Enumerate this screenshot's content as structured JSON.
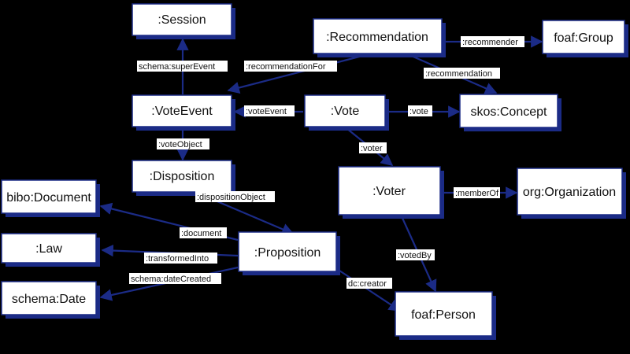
{
  "colors": {
    "background": "#000000",
    "node_fill": "#ffffff",
    "edge": "#1b2b86"
  },
  "nodes": {
    "session": ":Session",
    "recommendation": ":Recommendation",
    "foaf_group": "foaf:Group",
    "vote_event": ":VoteEvent",
    "vote": ":Vote",
    "skos_concept": "skos:Concept",
    "disposition": ":Disposition",
    "voter": ":Voter",
    "org_organization": "org:Organization",
    "bibo_document": "bibo:Document",
    "law": ":Law",
    "proposition": ":Proposition",
    "schema_date": "schema:Date",
    "foaf_person": "foaf:Person"
  },
  "edges": {
    "super_event": "schema:superEvent",
    "recommendation_for": ":recommendationFor",
    "recommender": ":recommender",
    "recommendation": ":recommendation",
    "vote_event": ":voteEvent",
    "vote": ":vote",
    "vote_object": ":voteObject",
    "voter": ":voter",
    "disposition_object": ":dispositionObject",
    "member_of": ":memberOf",
    "document": ":document",
    "transformed_into": ":transformedInto",
    "date_created": "schema:dateCreated",
    "voted_by": ":votedBy",
    "creator": "dc:creator"
  }
}
